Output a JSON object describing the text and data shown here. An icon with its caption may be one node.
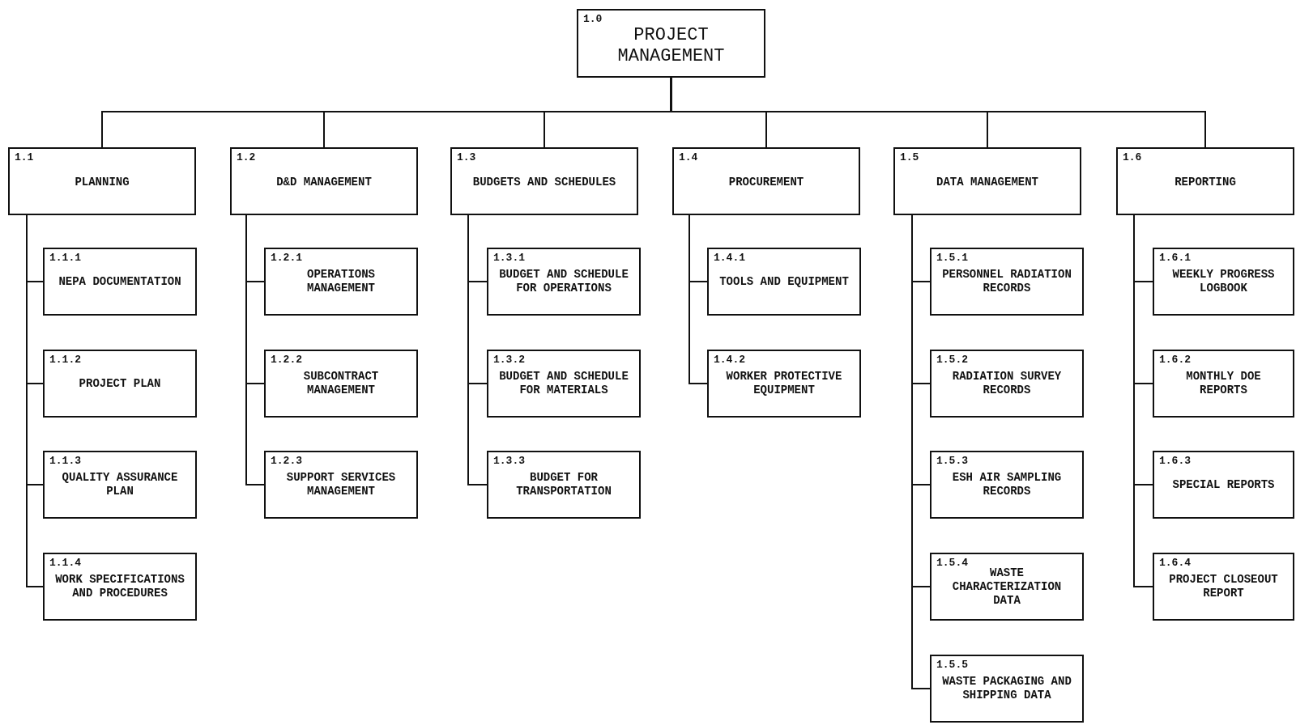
{
  "diagram": {
    "nodes": [
      {
        "text": [
          "1.0",
          "PROJECT MANAGEMENT"
        ]
      },
      {
        "text": [
          "1.1",
          "PLANNING"
        ]
      },
      {
        "text": [
          "1.1.1",
          "NEPA DOCUMENTATION"
        ]
      },
      {
        "text": [
          "1.1.2",
          "PROJECT PLAN"
        ]
      },
      {
        "text": [
          "1.1.3",
          "QUALITY ASSURANCE PLAN"
        ]
      },
      {
        "text": [
          "1.1.4",
          "WORK SPECIFICATIONS AND PROCEDURES"
        ]
      },
      {
        "text": [
          "1.2",
          "D&D MANAGEMENT"
        ]
      },
      {
        "text": [
          "1.2.1",
          "OPERATIONS MANAGEMENT"
        ]
      },
      {
        "text": [
          "1.2.2",
          "SUBCONTRACT MANAGEMENT"
        ]
      },
      {
        "text": [
          "1.2.3",
          "SUPPORT SERVICES MANAGEMENT"
        ]
      },
      {
        "text": [
          "1.3",
          "BUDGETS AND SCHEDULES"
        ]
      },
      {
        "text": [
          "1.3.1",
          "BUDGET AND SCHEDULE FOR OPERATIONS"
        ]
      },
      {
        "text": [
          "1.3.2",
          "BUDGET AND SCHEDULE FOR MATERIALS"
        ]
      },
      {
        "text": [
          "1.3.3",
          "BUDGET FOR TRANSPORTATION"
        ]
      },
      {
        "text": [
          "1.4",
          "PROCUREMENT"
        ]
      },
      {
        "text": [
          "1.4.1",
          "TOOLS AND EQUIPMENT"
        ]
      },
      {
        "text": [
          "1.4.2",
          "WORKER PROTECTIVE EQUIPMENT"
        ]
      },
      {
        "text": [
          "1.5",
          "DATA MANAGEMENT"
        ]
      },
      {
        "text": [
          "1.5.1",
          "PERSONNEL RADIATION RECORDS"
        ]
      },
      {
        "text": [
          "1.5.2",
          "RADIATION SURVEY RECORDS"
        ]
      },
      {
        "text": [
          "1.5.3",
          "ESH AIR SAMPLING RECORDS"
        ]
      },
      {
        "text": [
          "1.5.4",
          "WASTE CHARACTERIZATION DATA"
        ]
      },
      {
        "text": [
          "1.5.5",
          "WASTE PACKAGING AND SHIPPING DATA"
        ]
      },
      {
        "text": [
          "1.6",
          "REPORTING"
        ]
      },
      {
        "text": [
          "1.6.1",
          "WEEKLY PROGRESS LOGBOOK"
        ]
      },
      {
        "text": [
          "1.6.2",
          "MONTHLY DOE REPORTS"
        ]
      },
      {
        "text": [
          "1.6.3",
          "SPECIAL REPORTS"
        ]
      },
      {
        "text": [
          "1.6.4",
          "PROJECT CLOSEOUT REPORT"
        ]
      }
    ],
    "edges": [
      {
        "from": 0,
        "to": 1,
        "arrow": "none"
      },
      {
        "from": 0,
        "to": 6,
        "arrow": "none"
      },
      {
        "from": 0,
        "to": 10,
        "arrow": "none"
      },
      {
        "from": 0,
        "to": 14,
        "arrow": "none"
      },
      {
        "from": 0,
        "to": 17,
        "arrow": "none"
      },
      {
        "from": 0,
        "to": 23,
        "arrow": "none"
      },
      {
        "from": 1,
        "to": 2,
        "arrow": "none"
      },
      {
        "from": 1,
        "to": 3,
        "arrow": "none"
      },
      {
        "from": 1,
        "to": 4,
        "arrow": "none"
      },
      {
        "from": 1,
        "to": 5,
        "arrow": "none"
      },
      {
        "from": 6,
        "to": 7,
        "arrow": "none"
      },
      {
        "from": 6,
        "to": 8,
        "arrow": "none"
      },
      {
        "from": 6,
        "to": 9,
        "arrow": "none"
      },
      {
        "from": 10,
        "to": 11,
        "arrow": "none"
      },
      {
        "from": 10,
        "to": 12,
        "arrow": "none"
      },
      {
        "from": 10,
        "to": 13,
        "arrow": "none"
      },
      {
        "from": 14,
        "to": 15,
        "arrow": "none"
      },
      {
        "from": 14,
        "to": 16,
        "arrow": "none"
      },
      {
        "from": 17,
        "to": 18,
        "arrow": "none"
      },
      {
        "from": 17,
        "to": 19,
        "arrow": "none"
      },
      {
        "from": 17,
        "to": 20,
        "arrow": "none"
      },
      {
        "from": 17,
        "to": 21,
        "arrow": "none"
      },
      {
        "from": 17,
        "to": 22,
        "arrow": "none"
      },
      {
        "from": 23,
        "to": 24,
        "arrow": "none"
      },
      {
        "from": 23,
        "to": 25,
        "arrow": "none"
      },
      {
        "from": 23,
        "to": 26,
        "arrow": "none"
      },
      {
        "from": 23,
        "to": 27,
        "arrow": "none"
      }
    ]
  }
}
